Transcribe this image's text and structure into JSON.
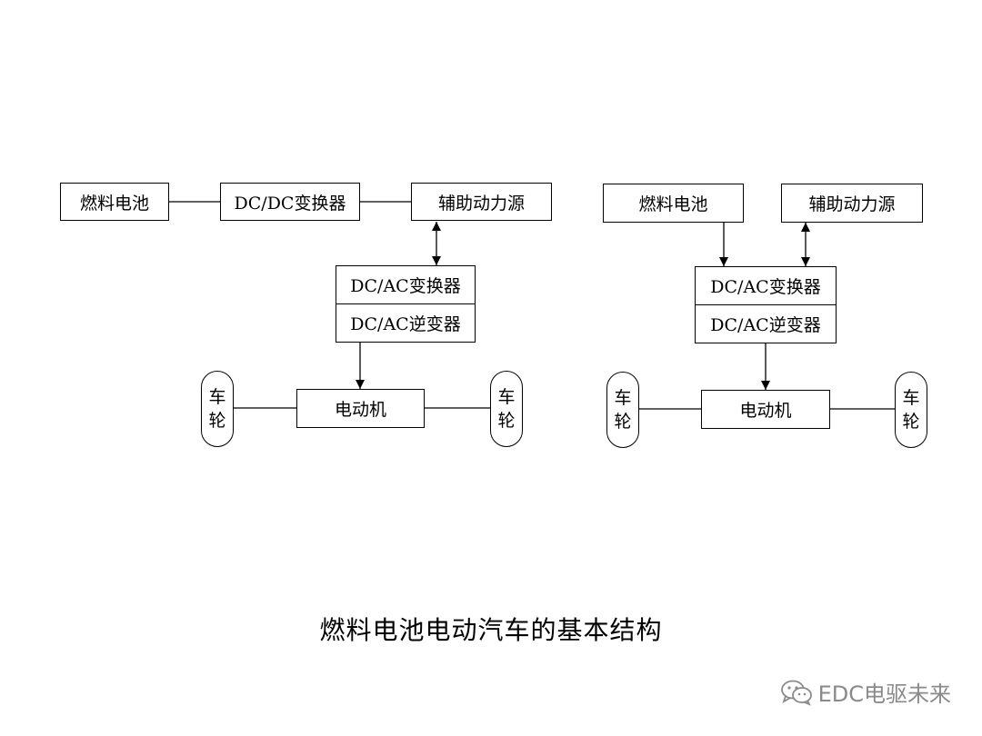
{
  "left_diagram": {
    "fuel_cell": "燃料电池",
    "dcdc_converter": "DC/DC变换器",
    "aux_power": "辅助动力源",
    "dcac_converter": "DC/AC变换器",
    "dcac_inverter": "DC/AC逆变器",
    "motor": "电动机",
    "wheel_left": [
      "车",
      "轮"
    ],
    "wheel_right": [
      "车",
      "轮"
    ]
  },
  "right_diagram": {
    "fuel_cell": "燃料电池",
    "aux_power": "辅助动力源",
    "dcac_converter": "DC/AC变换器",
    "dcac_inverter": "DC/AC逆变器",
    "motor": "电动机",
    "wheel_left": [
      "车",
      "轮"
    ],
    "wheel_right": [
      "车",
      "轮"
    ]
  },
  "caption": "燃料电池电动汽车的基本结构",
  "watermark": {
    "icon": "wechat-icon",
    "text": "EDC电驱未来",
    "color": "#8a8a8a"
  }
}
